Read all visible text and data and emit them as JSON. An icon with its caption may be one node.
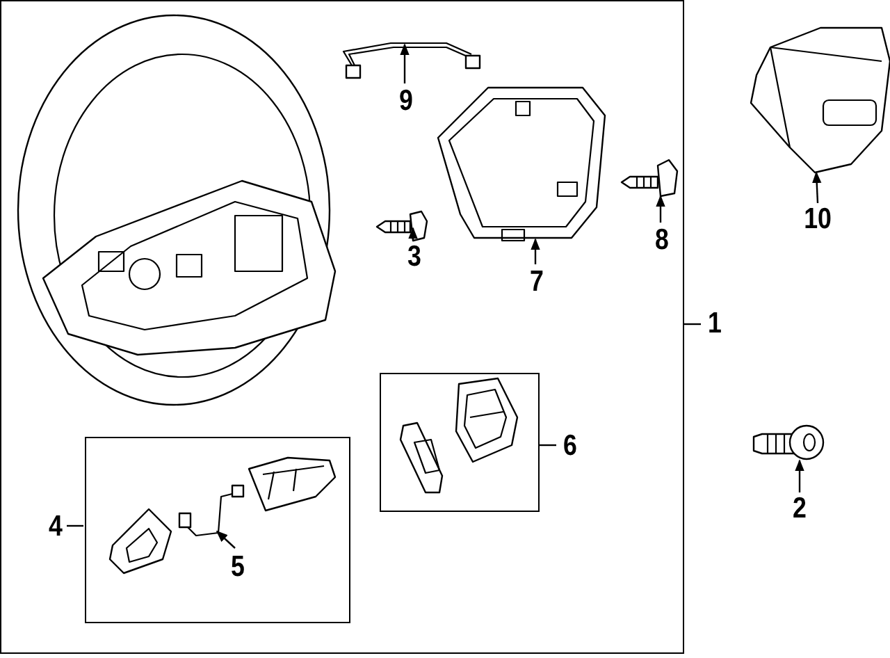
{
  "diagram": {
    "nodes": [
      {
        "text": [],
        "shape": "box"
      },
      {
        "text": [
          "1"
        ]
      },
      {
        "text": [],
        "shape": "picture",
        "in": 0
      },
      {
        "text": [],
        "shape": "picture",
        "in": 0
      },
      {
        "text": [
          "9"
        ],
        "in": 0
      },
      {
        "text": [],
        "shape": "picture",
        "in": 0
      },
      {
        "text": [
          "3"
        ],
        "in": 0
      },
      {
        "text": [],
        "shape": "picture",
        "in": 0
      },
      {
        "text": [
          "7"
        ],
        "in": 0
      },
      {
        "text": [],
        "shape": "picture",
        "in": 0
      },
      {
        "text": [
          "8"
        ],
        "in": 0
      },
      {
        "text": [],
        "shape": "box",
        "in": 0
      },
      {
        "text": [],
        "shape": "picture",
        "in": 11
      },
      {
        "text": [],
        "shape": "picture",
        "in": 11
      },
      {
        "text": [
          "6"
        ],
        "in": 0
      },
      {
        "text": [],
        "shape": "box",
        "in": 0
      },
      {
        "text": [
          "4"
        ],
        "in": 0
      },
      {
        "text": [],
        "shape": "picture",
        "in": 15
      },
      {
        "text": [],
        "shape": "picture",
        "in": 15
      },
      {
        "text": [
          "5"
        ],
        "in": 15
      },
      {
        "text": [],
        "shape": "picture",
        "in": 15
      },
      {
        "text": [],
        "shape": "picture"
      },
      {
        "text": [
          "10"
        ]
      },
      {
        "text": [],
        "shape": "picture"
      },
      {
        "text": [
          "2"
        ]
      }
    ],
    "edges": [
      {
        "from": 1,
        "to": 0,
        "arrow": "none"
      },
      {
        "from": 4,
        "to": 3,
        "arrow": "to"
      },
      {
        "from": 6,
        "to": 5,
        "arrow": "to"
      },
      {
        "from": 8,
        "to": 7,
        "arrow": "to"
      },
      {
        "from": 10,
        "to": 9,
        "arrow": "to"
      },
      {
        "from": 14,
        "to": 11,
        "arrow": "none"
      },
      {
        "from": 16,
        "to": 15,
        "arrow": "none"
      },
      {
        "from": 19,
        "to": 18,
        "arrow": "to"
      },
      {
        "from": 22,
        "to": 21,
        "arrow": "to"
      },
      {
        "from": 24,
        "to": 23,
        "arrow": "to"
      }
    ]
  }
}
